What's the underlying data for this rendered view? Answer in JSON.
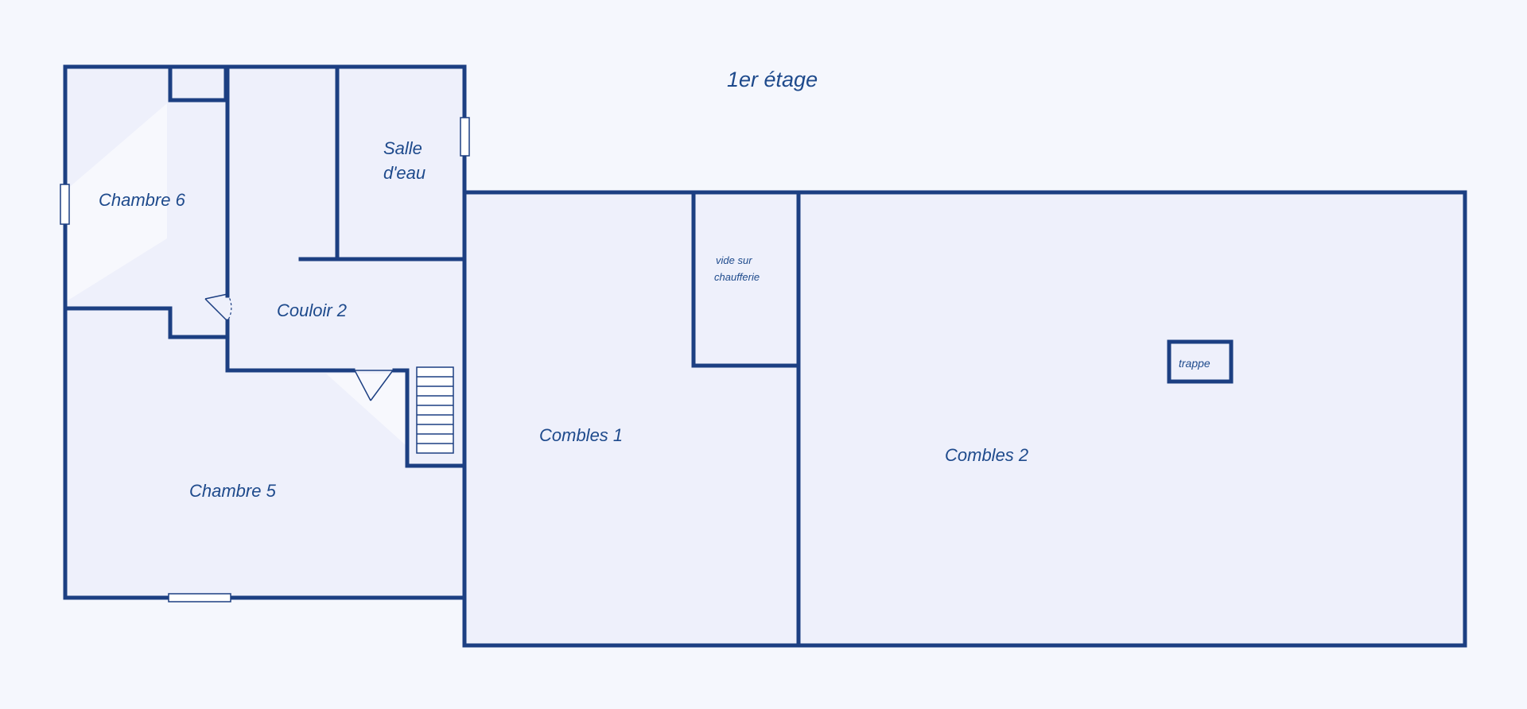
{
  "plan": {
    "floor_title": "1er étage",
    "rooms": {
      "chambre6": "Chambre 6",
      "salle_eau_line1": "Salle",
      "salle_eau_line2": "d'eau",
      "couloir2": "Couloir 2",
      "chambre5": "Chambre 5",
      "combles1": "Combles 1",
      "vide_line1": "vide sur",
      "vide_line2": "chaufferie",
      "combles2": "Combles 2",
      "trappe": "trappe"
    },
    "colors": {
      "wall": "#1c3f82",
      "label": "#1e4a8c",
      "room_fill": "#eef0fb",
      "background": "#f5f7fd"
    }
  }
}
